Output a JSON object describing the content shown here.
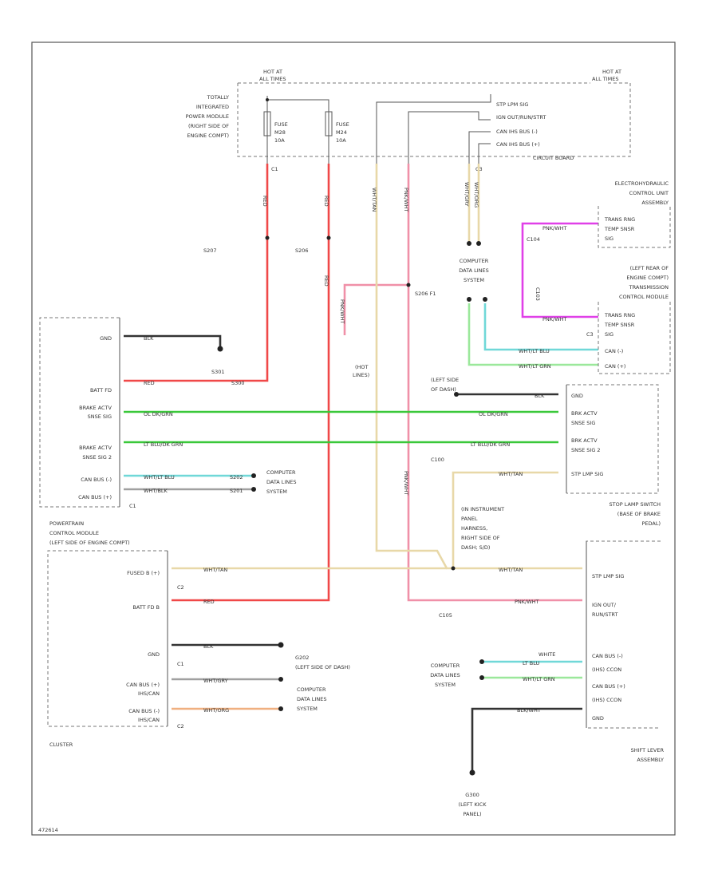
{
  "diagram_id": "472614",
  "hot_at_all_times": [
    "HOT AT",
    "ALL TIMES"
  ],
  "tipm_label": [
    "TOTALLY",
    "INTEGRATED",
    "POWER MODULE",
    "(RIGHT SIDE OF",
    "ENGINE COMPT)"
  ],
  "fuse_a": [
    "FUSE",
    "M28",
    "10A"
  ],
  "fuse_b": [
    "FUSE",
    "M24",
    "10A"
  ],
  "tipm_pins": [
    "STP LPM SIG",
    "IGN OUT/RUN/STRT",
    "CAN IHS BUS (-)",
    "CAN IHS BUS (+)"
  ],
  "circuit_board": "CIRCUIT BOARD",
  "connectors": {
    "c1": "C1",
    "c2": "C2",
    "c3": "C3",
    "c100": "C100",
    "c103": "C103",
    "c104": "C104",
    "c105": "C105"
  },
  "splices": {
    "s207": "S207",
    "s206": "S206",
    "s206_f1": "S206 F1",
    "s301": "S301",
    "s300": "S300",
    "s202": "S202",
    "s201": "S201"
  },
  "ecu_label": [
    "ELECTROHYDRAULIC",
    "CONTROL UNIT",
    "ASSEMBLY"
  ],
  "ecu_pins": [
    "TRANS RNG",
    "TEMP SNSR",
    "SIG"
  ],
  "tcm_label": [
    "(LEFT REAR OF",
    "ENGINE COMPT)",
    "TRANSMISSION",
    "CONTROL MODULE"
  ],
  "tcm_pins": [
    "TRANS RNG",
    "TEMP SNSR",
    "SIG",
    "CAN (-)",
    "CAN (+)"
  ],
  "cdl_label": [
    "COMPUTER",
    "DATA LINES",
    "SYSTEM"
  ],
  "pcm_pins": {
    "gnd": "GND",
    "batt_fd": "BATT FD",
    "brake1": [
      "BRAKE ACTV",
      "SNSE SIG"
    ],
    "brake2": [
      "BRAKE ACTV",
      "SNSE SIG 2"
    ],
    "can_minus": "CAN BUS (-)",
    "can_plus": "CAN BUS (+)"
  },
  "hot_lines": [
    "(HOT",
    "LINES)"
  ],
  "ground_left_dash": [
    "(LEFT SIDE",
    "OF DASH)"
  ],
  "stop_lamp_pins": [
    "GND",
    "BRK ACTV",
    "SNSE SIG",
    "BRK ACTV",
    "SNSE SIG 2",
    "STP LMP SIG"
  ],
  "stop_lamp_label": [
    "STOP LAMP SWITCH",
    "(BASE OF BRAKE",
    "PEDAL)"
  ],
  "pcm_label": [
    "POWERTRAIN",
    "CONTROL MODULE",
    "(LEFT SIDE OF ENGINE COMPT)"
  ],
  "ip_harness": [
    "(IN INSTRUMENT",
    "PANEL",
    "HARNESS,",
    "RIGHT SIDE OF",
    "DASH; S/D)"
  ],
  "cluster_pins": {
    "fused_b": "FUSED B (+)",
    "batt_fd_b": "BATT FD B",
    "gnd": "GND",
    "can_plus": [
      "CAN BUS (+)",
      "IHS/CAN"
    ],
    "can_minus": [
      "CAN BUS (-)",
      "IHS/CAN"
    ]
  },
  "cluster_label": "CLUSTER",
  "g202": [
    "G202",
    "(LEFT SIDE OF DASH)"
  ],
  "shifter_pins": [
    "STP LMP SIG",
    "IGN OUT/",
    "RUN/STRT",
    "CAN BUS (-)",
    "(IHS) CCON",
    "CAN BUS (+)",
    "(IHS) CCON",
    "GND"
  ],
  "shifter_label": [
    "SHIFT LEVER",
    "ASSEMBLY"
  ],
  "g300": [
    "G300",
    "(LEFT KICK",
    "PANEL)"
  ],
  "twisted": "WHITE",
  "wire_labels": {
    "red": "RED",
    "blk": "BLK",
    "ol_dkgrn": "OL DK/GRN",
    "lt_blugrn": "LT BLU/DK GRN",
    "wht_ltblu": "WHT/LT BLU",
    "wht_blk": "WHT/BLK",
    "wht_grn": "WHT/LT GRN",
    "wht_tan": "WHT/TAN",
    "wht_ora": "WHT/ORG",
    "wht_gry": "WHT/GRY",
    "pnk_wht": "PNK/WHT",
    "blk_wht": "BLK/WHT",
    "ltblu": "LT BLU"
  },
  "colors": {
    "red": "#f04848",
    "green": "#3ac83a",
    "lt_green": "#9be89b",
    "pink": "#f090a8",
    "tan": "#e8d8a8",
    "magenta": "#e040e8",
    "cyan": "#70d8d8",
    "gray": "#a0a0a0",
    "orange": "#f0b080"
  }
}
